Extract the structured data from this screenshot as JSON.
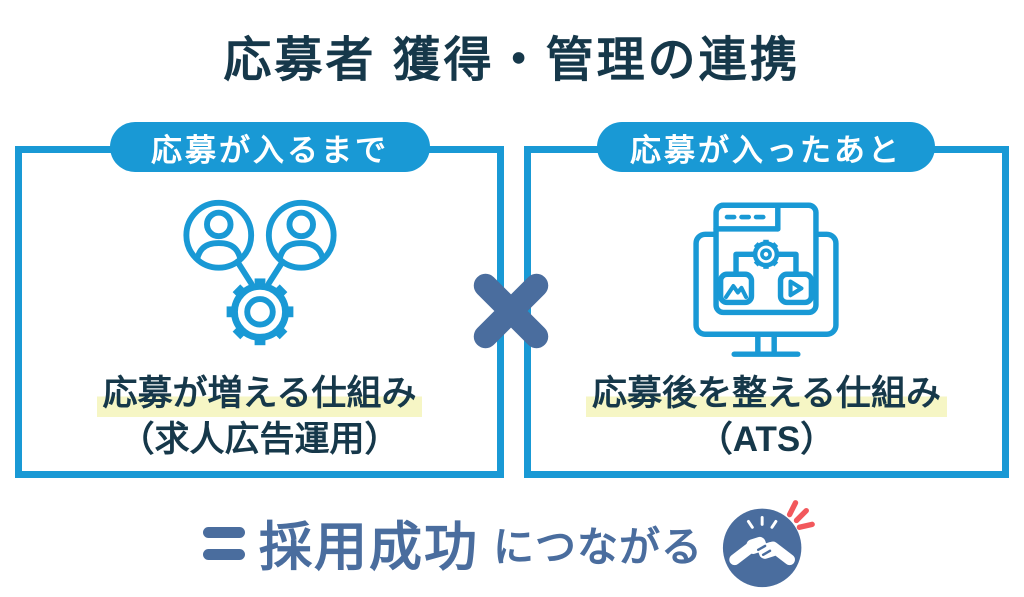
{
  "title": "応募者 獲得・管理の連携",
  "panels": {
    "left": {
      "tab_label": "応募が入るまで",
      "icon": "users-gear-icon",
      "caption": "応募が増える仕組み",
      "subcaption": "（求人広告運用）"
    },
    "right": {
      "tab_label": "応募が入ったあと",
      "icon": "monitor-workflow-icon",
      "caption": "応募後を整える仕組み",
      "subcaption": "（ATS）"
    }
  },
  "operator": {
    "symbol": "×",
    "icon": "multiply-icon"
  },
  "conclusion": {
    "equals_symbol": "＝",
    "emphasis": "採用成功",
    "suffix": "につながる",
    "icon": "handshake-icon"
  },
  "colors": {
    "primary_blue": "#1999D5",
    "dark_navy": "#16384A",
    "steel_blue": "#4A6D9E",
    "highlight_yellow": "#F6F6C5",
    "accent_red": "#F2585C",
    "background": "#FFFFFF"
  }
}
